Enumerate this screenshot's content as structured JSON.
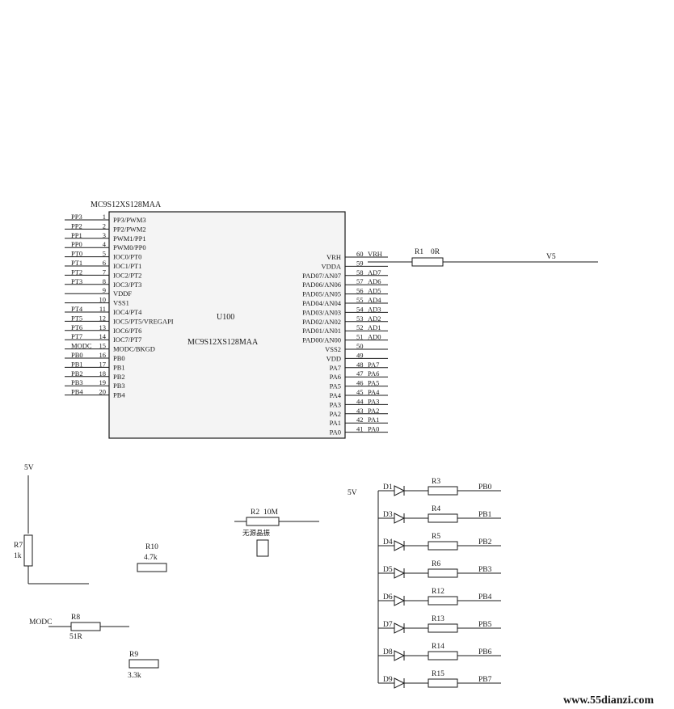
{
  "mcu": {
    "part_top": "MC9S12XS128MAA",
    "ref": "U100",
    "part_center": "MC9S12XS128MAA",
    "left_pins": [
      {
        "name": "PP3/PWM3",
        "num": "1",
        "net": "PP3"
      },
      {
        "name": "PP2/PWM2",
        "num": "2",
        "net": "PP2"
      },
      {
        "name": "PWM1/PP1",
        "num": "3",
        "net": "PP1"
      },
      {
        "name": "PWM0/PP0",
        "num": "4",
        "net": "PP0"
      },
      {
        "name": "IOC0/PT0",
        "num": "5",
        "net": "PT0"
      },
      {
        "name": "IOC1/PT1",
        "num": "6",
        "net": "PT1"
      },
      {
        "name": "IOC2/PT2",
        "num": "7",
        "net": "PT2"
      },
      {
        "name": "IOC3/PT3",
        "num": "8",
        "net": "PT3"
      },
      {
        "name": "VDDF",
        "num": "9",
        "net": ""
      },
      {
        "name": "VSS1",
        "num": "10",
        "net": ""
      },
      {
        "name": "IOC4/PT4",
        "num": "11",
        "net": "PT4"
      },
      {
        "name": "IOC5/PT5/VREGAPI",
        "num": "12",
        "net": "PT5"
      },
      {
        "name": "IOC6/PT6",
        "num": "13",
        "net": "PT6"
      },
      {
        "name": "IOC7/PT7",
        "num": "14",
        "net": "PT7"
      },
      {
        "name": "MODC/BKGD",
        "num": "15",
        "net": "MODC"
      },
      {
        "name": "PB0",
        "num": "16",
        "net": "PB0"
      },
      {
        "name": "PB1",
        "num": "17",
        "net": "PB1"
      },
      {
        "name": "PB2",
        "num": "18",
        "net": "PB2"
      },
      {
        "name": "PB3",
        "num": "19",
        "net": "PB3"
      },
      {
        "name": "PB4",
        "num": "20",
        "net": "PB4"
      }
    ],
    "right_pins": [
      {
        "name": "VRH",
        "num": "60",
        "net": "VRH"
      },
      {
        "name": "VDDA",
        "num": "59",
        "net": ""
      },
      {
        "name": "PAD07/AN07",
        "num": "58",
        "net": "AD7"
      },
      {
        "name": "PAD06/AN06",
        "num": "57",
        "net": "AD6"
      },
      {
        "name": "PAD05/AN05",
        "num": "56",
        "net": "AD5"
      },
      {
        "name": "PAD04/AN04",
        "num": "55",
        "net": "AD4"
      },
      {
        "name": "PAD03/AN03",
        "num": "54",
        "net": "AD3"
      },
      {
        "name": "PAD02/AN02",
        "num": "53",
        "net": "AD2"
      },
      {
        "name": "PAD01/AN01",
        "num": "52",
        "net": "AD1"
      },
      {
        "name": "PAD00/AN00",
        "num": "51",
        "net": "AD0"
      },
      {
        "name": "VSS2",
        "num": "50",
        "net": ""
      },
      {
        "name": "VDD",
        "num": "49",
        "net": ""
      },
      {
        "name": "PA7",
        "num": "48",
        "net": "PA7"
      },
      {
        "name": "PA6",
        "num": "47",
        "net": "PA6"
      },
      {
        "name": "PA5",
        "num": "46",
        "net": "PA5"
      },
      {
        "name": "PA4",
        "num": "45",
        "net": "PA4"
      },
      {
        "name": "PA3",
        "num": "44",
        "net": "PA3"
      },
      {
        "name": "PA2",
        "num": "43",
        "net": "PA2"
      },
      {
        "name": "PA1",
        "num": "42",
        "net": "PA1"
      },
      {
        "name": "PA0",
        "num": "41",
        "net": "PA0"
      }
    ]
  },
  "leds": {
    "vcc": "5V",
    "rows": [
      {
        "d": "D1",
        "r": "R3",
        "net": "PB0"
      },
      {
        "d": "D3",
        "r": "R4",
        "net": "PB1"
      },
      {
        "d": "D4",
        "r": "R5",
        "net": "PB2"
      },
      {
        "d": "D5",
        "r": "R6",
        "net": "PB3"
      },
      {
        "d": "D6",
        "r": "R12",
        "net": "PB4"
      },
      {
        "d": "D7",
        "r": "R13",
        "net": "PB5"
      },
      {
        "d": "D8",
        "r": "R14",
        "net": "PB6"
      },
      {
        "d": "D9",
        "r": "R15",
        "net": "PB7"
      }
    ]
  },
  "misc": {
    "r1": "R1",
    "r1_val": "0R",
    "v5": "V5",
    "r2": "R2",
    "r2_val": "10M",
    "xtal_note": "无源晶振",
    "r7": "R7",
    "r7_val": "1k",
    "r8": "R8",
    "r8_val": "51R",
    "r9": "R9",
    "r9_val": "3.3k",
    "r10": "R10",
    "r10_val": "4.7k",
    "modc": "MODC",
    "five_v": "5V"
  },
  "watermark": "www.55dianzi.com"
}
